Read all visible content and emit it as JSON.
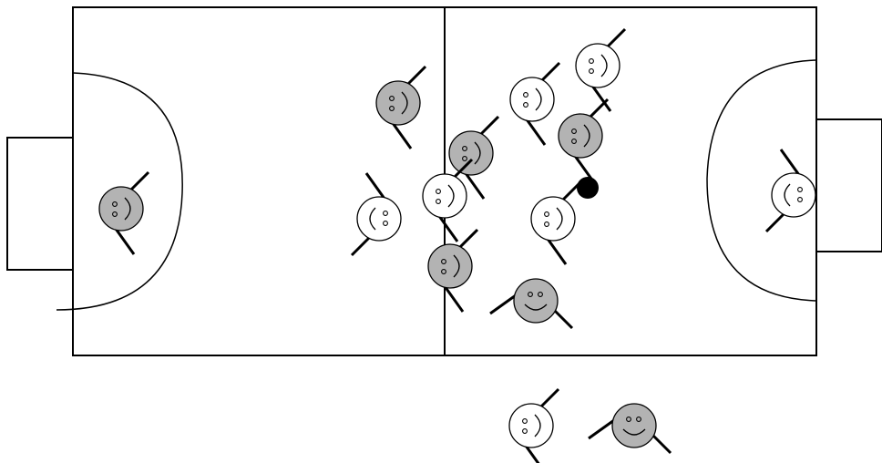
{
  "diagram": {
    "type": "futsal-pitch-formation",
    "colors": {
      "background": "#ffffff",
      "lines": "#000000",
      "team_white": "#ffffff",
      "team_grey": "#b3b3b3",
      "ball": "#000000"
    },
    "players": [
      {
        "team": "grey",
        "role": "goalkeeper"
      },
      {
        "team": "grey",
        "role": "outfield"
      },
      {
        "team": "white",
        "role": "outfield"
      },
      {
        "team": "grey",
        "role": "outfield"
      },
      {
        "team": "white",
        "role": "outfield"
      },
      {
        "team": "grey",
        "role": "outfield"
      },
      {
        "team": "white",
        "role": "outfield"
      },
      {
        "team": "white",
        "role": "outfield"
      },
      {
        "team": "grey",
        "role": "outfield"
      },
      {
        "team": "white",
        "role": "outfield"
      },
      {
        "team": "grey",
        "role": "outfield"
      },
      {
        "team": "white",
        "role": "goalkeeper"
      },
      {
        "team": "white",
        "role": "substitute"
      },
      {
        "team": "grey",
        "role": "substitute"
      }
    ]
  }
}
